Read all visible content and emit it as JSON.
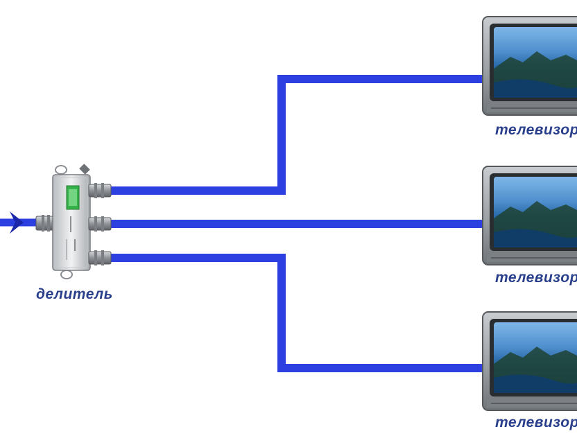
{
  "splitter": {
    "label": "делитель"
  },
  "televisions": [
    {
      "label": "телевизор"
    },
    {
      "label": "телевизор"
    },
    {
      "label": "телевизор"
    }
  ],
  "colors": {
    "cable": "#2c3fe0",
    "cable_dark": "#1a27a8",
    "label": "#2a3f8c",
    "tv_body": "#9a9ea3",
    "screen_sky": "#5aa0d8",
    "screen_water": "#1f5f9a"
  }
}
